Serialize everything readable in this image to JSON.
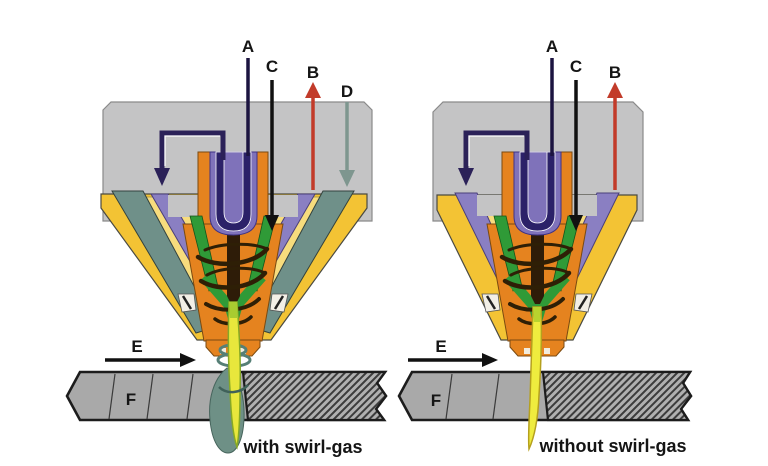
{
  "figure": {
    "left": {
      "caption": "with swirl-gas",
      "labels": {
        "a": "A",
        "b": "B",
        "c": "C",
        "d": "D",
        "e": "E",
        "f": "F"
      }
    },
    "right": {
      "caption": "without swirl-gas",
      "labels": {
        "a": "A",
        "b": "B",
        "c": "C",
        "e": "E",
        "f": "F"
      }
    },
    "colors": {
      "body_gray": "#c4c4c5",
      "cap_gold": "#f3c334",
      "cap_pale_yellow": "#f7dc7d",
      "swirl_gas_teal": "#6f9089",
      "cooling_purple": "#8a7fc2",
      "nozzle_orange": "#e5831f",
      "plasma_green": "#2f9a37",
      "electrode_brown": "#2e1c08",
      "coolant_navy": "#2b2158",
      "electrode_holder_purple": "#7f72ba",
      "arrow_up_red": "#c23b2a",
      "swirl_arrow_gray": "#7e968f",
      "jet_yellow": "#e8e73c",
      "swirl_envelope_teal": "#6e9086",
      "plate_gray": "#a9a9a9",
      "label_black": "#151515"
    }
  }
}
